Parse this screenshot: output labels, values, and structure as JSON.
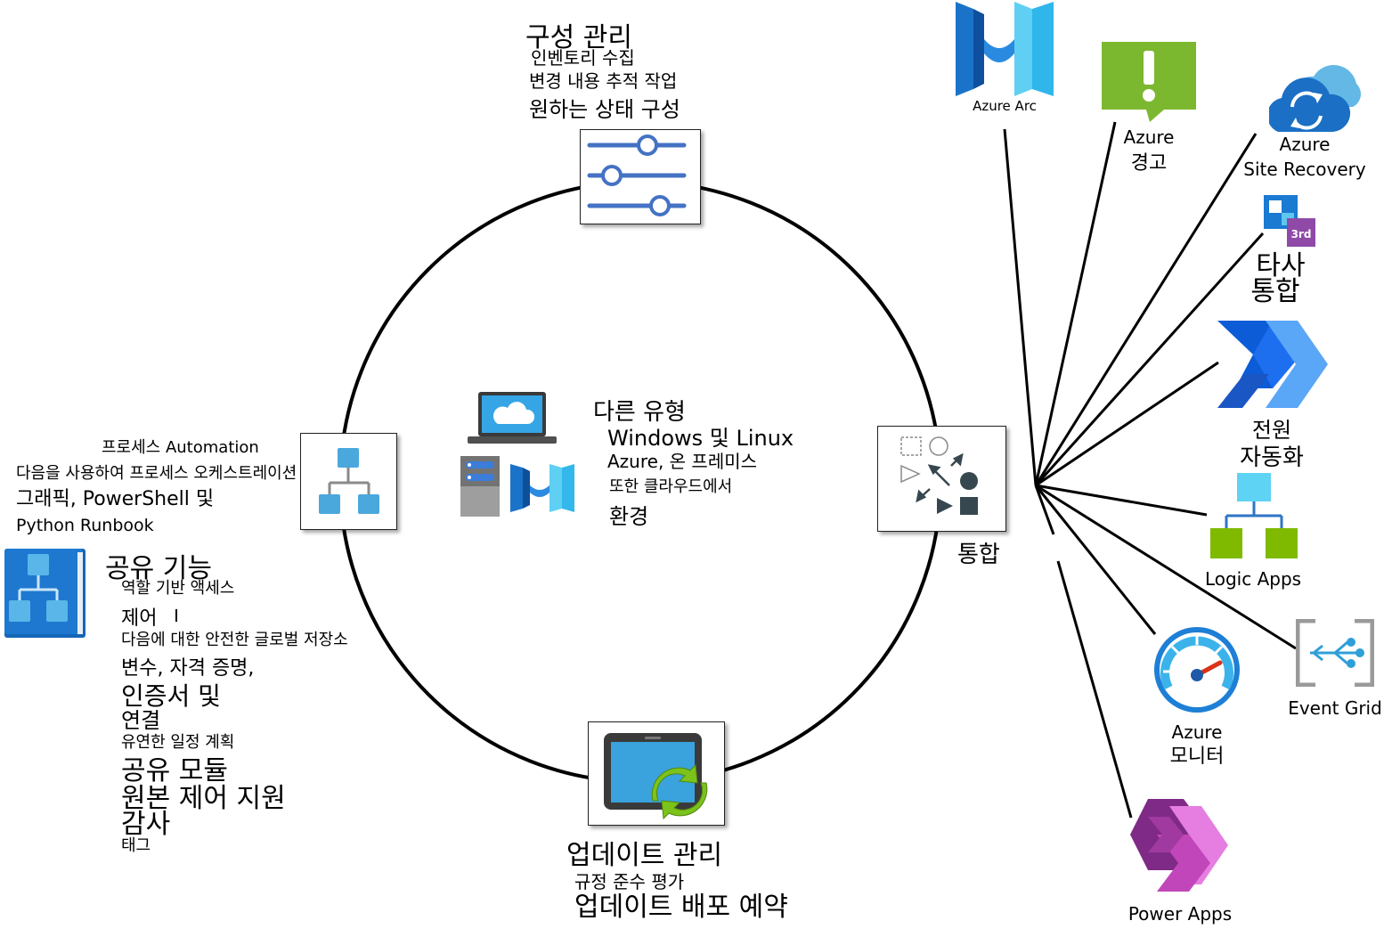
{
  "config": {
    "title": "구성 관리",
    "items": [
      "인벤토리 수집",
      "변경 내용 추적 작업",
      "원하는 상태 구성"
    ]
  },
  "center": {
    "title": "다른 유형",
    "lines": [
      "Windows 및 Linux",
      "Azure, 온 프레미스",
      "또한 클라우드에서",
      "환경"
    ]
  },
  "process": {
    "title": "프로세스 Automation",
    "lines": [
      "다음을 사용하여 프로세스 오케스트레이션",
      "그래픽, PowerShell 및",
      "Python Runbook"
    ]
  },
  "shared": {
    "title": "공유 기능",
    "items": [
      "역할 기반 액세스",
      "제어",
      "다음에 대한 안전한 글로벌 저장소",
      "변수, 자격 증명,",
      "인증서 및",
      "연결",
      "유연한 일정 계획",
      "공유 모듈",
      "원본 제어 지원",
      "감사",
      "태그"
    ]
  },
  "integration": {
    "label": "통합"
  },
  "update": {
    "title": "업데이트 관리",
    "items": [
      "규정 준수 평가",
      "업데이트 배포 예약"
    ]
  },
  "services": {
    "azure_arc": "Azure Arc",
    "alerts": [
      "Azure",
      "경고"
    ],
    "site_recovery": [
      "Azure",
      "Site Recovery"
    ],
    "third_party": [
      "타사",
      "통합"
    ],
    "power_automate": [
      "전원",
      "자동화"
    ],
    "logic_apps": "Logic Apps",
    "event_grid": "Event Grid",
    "monitor": [
      "Azure",
      "모니터"
    ],
    "power_apps": "Power Apps",
    "third_badge": "3rd"
  },
  "colors": {
    "blue": "#4472c4",
    "azure": "#0078d4",
    "green": "#7fba00",
    "purple": "#8a3a8d"
  }
}
